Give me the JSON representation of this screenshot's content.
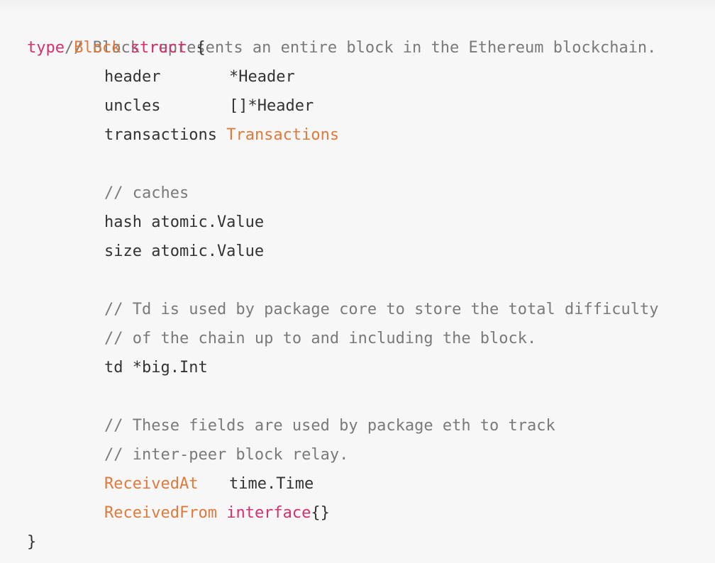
{
  "code": {
    "lines": [
      {
        "comment": "// Block represents an entire block in the Ethereum blockchain."
      },
      {
        "kw_type": "type",
        "name": "Block",
        "kw_struct": "struct",
        "brace": "{"
      },
      {
        "field": "header",
        "type": "*Header"
      },
      {
        "field": "uncles",
        "type": "[]*Header"
      },
      {
        "field": "transactions",
        "type": "Transactions"
      },
      {},
      {
        "comment": "// caches"
      },
      {
        "text": "hash atomic.Value"
      },
      {
        "text": "size atomic.Value"
      },
      {},
      {
        "comment": "// Td is used by package core to store the total difficulty"
      },
      {
        "comment": "// of the chain up to and including the block."
      },
      {
        "text": "td *big.Int"
      },
      {},
      {
        "comment": "// These fields are used by package eth to track"
      },
      {
        "comment": "// inter-peer block relay."
      },
      {
        "field": "ReceivedAt",
        "type": "time.Time"
      },
      {
        "field": "ReceivedFrom",
        "type_kw": "interface",
        "type_rest": "{}"
      },
      {
        "brace": "}"
      }
    ]
  },
  "colors": {
    "comment": "#7a7a7a",
    "keyword": "#d6306f",
    "type": "#e07a3c",
    "text": "#333333",
    "background": "#f7f7f7"
  }
}
